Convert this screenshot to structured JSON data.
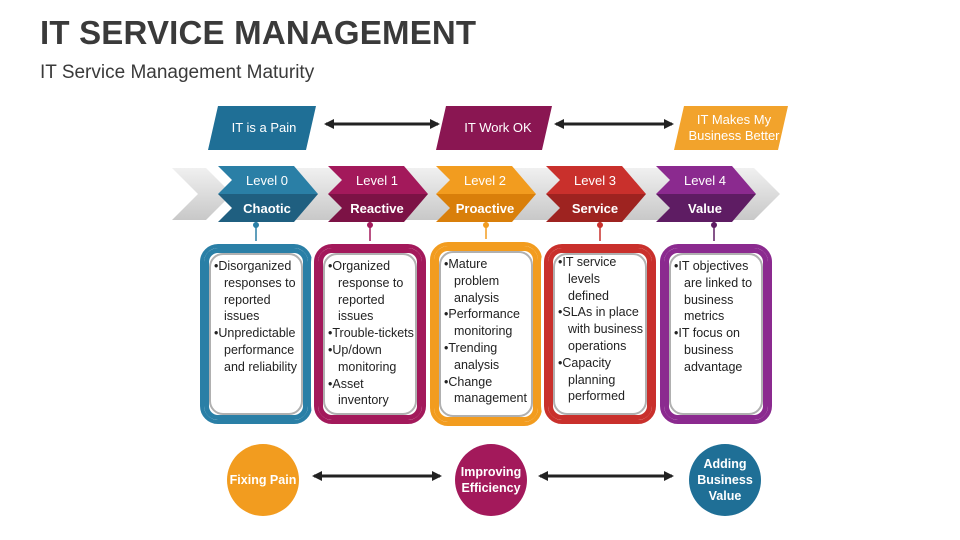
{
  "header": {
    "title": "IT SERVICE MANAGEMENT",
    "subtitle": "IT Service Management Maturity"
  },
  "top_labels": [
    {
      "text": "IT is a Pain",
      "color": "#1f6f96"
    },
    {
      "text": "IT Work OK",
      "color": "#8a1652"
    },
    {
      "text": "IT Makes My Business Better",
      "color": "#f2a32c"
    }
  ],
  "levels": [
    {
      "level": "Level 0",
      "name": "Chaotic",
      "color": "#2a7fa6",
      "dark": "#1f5f80",
      "bullets": [
        "•Disorganized responses to reported issues",
        "•Unpredictable performance and reliability"
      ]
    },
    {
      "level": "Level 1",
      "name": "Reactive",
      "color": "#a3195b",
      "dark": "#7c1245",
      "bullets": [
        "•Organized response to reported issues",
        "•Trouble-tickets",
        "•Up/down monitoring",
        "•Asset inventory"
      ]
    },
    {
      "level": "Level 2",
      "name": "Proactive",
      "color": "#f29c1f",
      "dark": "#d97f0a",
      "bullets": [
        "•Mature problem analysis",
        "•Performance monitoring",
        "•Trending analysis",
        "•Change management"
      ]
    },
    {
      "level": "Level 3",
      "name": "Service",
      "color": "#c9302c",
      "dark": "#9e2320",
      "bullets": [
        "•IT service levels defined",
        "•SLAs in place with business operations",
        "•Capacity planning performed"
      ]
    },
    {
      "level": "Level 4",
      "name": "Value",
      "color": "#8b2a8f",
      "dark": "#5e1c63",
      "bullets": [
        "•IT objectives are linked to business metrics",
        "•IT focus on business advantage"
      ]
    }
  ],
  "outcomes": [
    {
      "text": "Fixing Pain",
      "color": "#f29c1f"
    },
    {
      "text": "Improving Efficiency",
      "color": "#a3195b"
    },
    {
      "text": "Adding Business Value",
      "color": "#1f6f96"
    }
  ]
}
